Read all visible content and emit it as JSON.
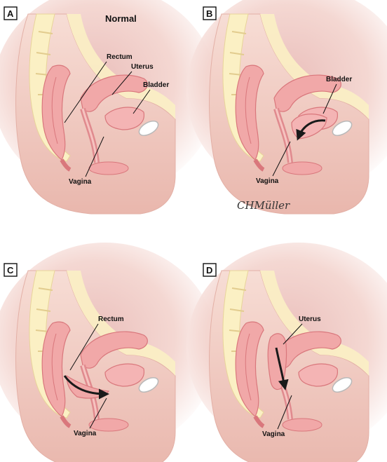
{
  "panels": [
    {
      "letter": "A",
      "title": "Normal",
      "labels": {
        "rectum": "Rectum",
        "uterus": "Uterus",
        "bladder": "Bladder",
        "vagina": "Vagina"
      }
    },
    {
      "letter": "B",
      "labels": {
        "bladder": "Bladder",
        "vagina": "Vagina"
      },
      "signature": "CHMüller"
    },
    {
      "letter": "C",
      "labels": {
        "rectum": "Rectum",
        "vagina": "Vagina"
      }
    },
    {
      "letter": "D",
      "labels": {
        "uterus": "Uterus",
        "vagina": "Vagina"
      }
    }
  ],
  "colors": {
    "skin": "#f6d3cc",
    "bone": "#fbf0c4",
    "organ": "#f1a8a8",
    "organ_dark": "#d9777c",
    "arrow": "#1a1a1a"
  }
}
